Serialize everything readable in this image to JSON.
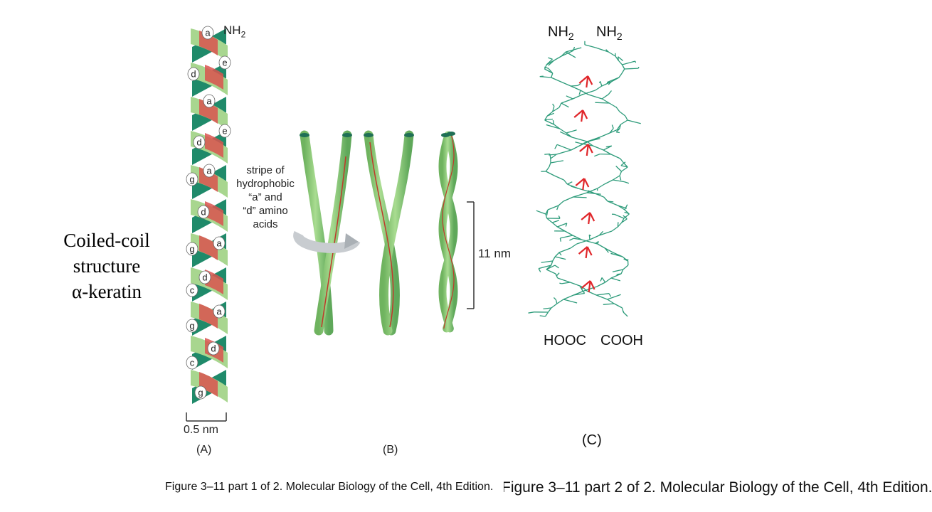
{
  "title": {
    "line1": "Coiled-coil",
    "line2": "structure",
    "line3_symbol": "α",
    "line3_rest": "-keratin"
  },
  "panel_a": {
    "nh2_label": "NH2",
    "residues": [
      "a",
      "e",
      "d",
      "a",
      "e",
      "d",
      "a",
      "g",
      "d",
      "a",
      "g",
      "d",
      "c",
      "a",
      "g",
      "d",
      "c",
      "g"
    ],
    "scale_label": "0.5 nm",
    "panel_label": "(A)",
    "colors": {
      "red": "#d9534f",
      "green_light": "#a8d68f",
      "green_dark": "#1f8a6a"
    }
  },
  "panel_b": {
    "annotation": [
      "stripe of",
      "hydrophobic",
      "“a” and",
      "“d” amino",
      "acids"
    ],
    "length_label": "11 nm",
    "panel_label": "(B)",
    "colors": {
      "rod": "#8fcc78",
      "rod_dark": "#5fa85a",
      "stripe": "#c0392b",
      "arrow": "#c8ccd0"
    }
  },
  "panel_c": {
    "top_left": "NH2",
    "top_right": "NH2",
    "bottom_left": "HOOC",
    "bottom_right": "COOH",
    "panel_label": "(C)",
    "colors": {
      "backbone": "#2d9b7a",
      "sidechain": "#e0262a"
    }
  },
  "captions": {
    "left": "Figure 3–11 part 1 of 2. Molecular Biology of the Cell, 4th Edition.",
    "right": "Figure 3–11 part 2 of 2. Molecular Biology of the Cell, 4th Edition."
  }
}
